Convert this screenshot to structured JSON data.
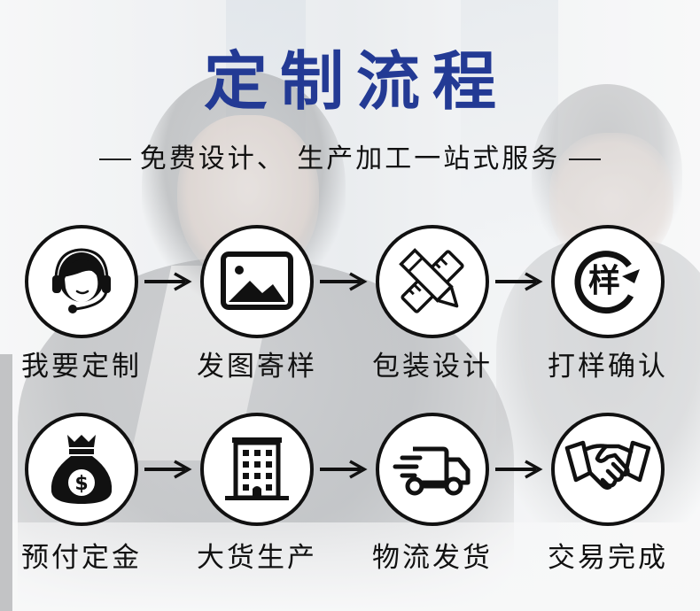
{
  "header": {
    "title": "定制流程",
    "subtitle": "免费设计、 生产加工一站式服务",
    "title_color": "#233a94"
  },
  "steps": [
    {
      "label": "我要定制",
      "icon": "customer-service-headset-icon"
    },
    {
      "label": "发图寄样",
      "icon": "image-icon"
    },
    {
      "label": "包装设计",
      "icon": "pencil-ruler-icon"
    },
    {
      "label": "打样确认",
      "icon": "sample-refresh-icon",
      "icon_text": "样"
    },
    {
      "label": "预付定金",
      "icon": "money-bag-icon",
      "icon_text": "$"
    },
    {
      "label": "大货生产",
      "icon": "building-icon"
    },
    {
      "label": "物流发货",
      "icon": "delivery-truck-icon"
    },
    {
      "label": "交易完成",
      "icon": "handshake-icon"
    }
  ],
  "arrow_icon": "arrow-right-icon"
}
